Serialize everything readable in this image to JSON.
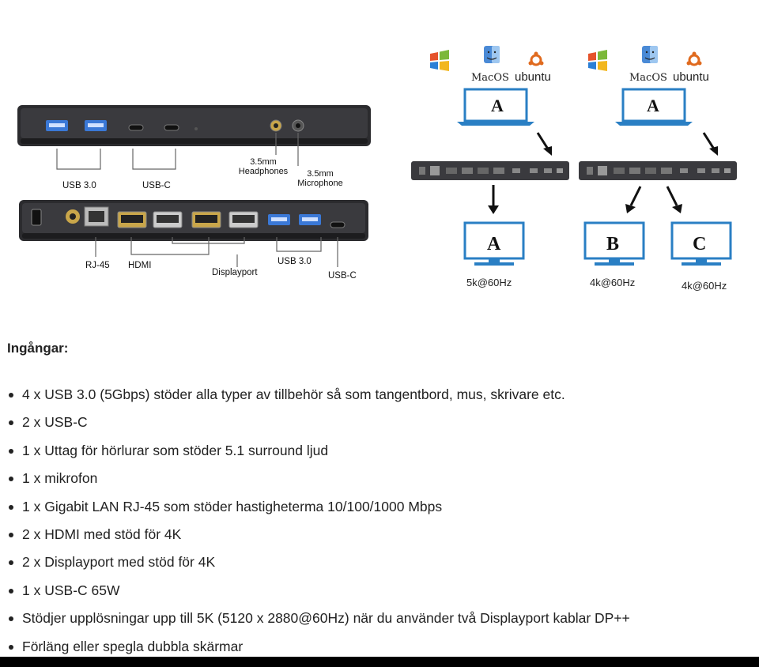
{
  "dock_labels": {
    "usb3_front": "USB 3.0",
    "usbc_front": "USB-C",
    "headphones_1": "3.5mm",
    "headphones_2": "Headphones",
    "microphone_1": "3.5mm",
    "microphone_2": "Microphone",
    "rj45": "RJ-45",
    "hdmi": "HDMI",
    "displayport": "Displayport",
    "usb3_back": "USB 3.0",
    "usbc_back": "USB-C"
  },
  "diagram": {
    "os_labels": {
      "mac": "MacOS",
      "ubuntu": "ubuntu"
    },
    "left": {
      "laptop": "A",
      "monitor": "A",
      "resolution": "5k@60Hz"
    },
    "right": {
      "laptop": "A",
      "monitor_b": "B",
      "monitor_c": "C",
      "res_b": "4k@60Hz",
      "res_c": "4k@60Hz"
    }
  },
  "section_title": "Ingångar:",
  "features": [
    "4 x USB 3.0 (5Gbps) stöder alla typer av tillbehör så som tangentbord, mus, skrivare etc.",
    "2 x USB-C",
    "1 x Uttag för hörlurar som stöder 5.1 surround ljud",
    "1 x mikrofon",
    "1 x Gigabit LAN RJ-45 som stöder hastigheterma 10/100/1000 Mbps",
    "2 x HDMI med stöd för 4K",
    "2 x Displayport med stöd för 4K",
    "1 x USB-C 65W",
    "Stödjer upplösningar upp till 5K (5120 x 2880@60Hz) när du använder två Displayport kablar DP++",
    "Förläng eller spegla dubbla skärmar"
  ],
  "colors": {
    "monitor_blue": "#2a7fc4",
    "dock_body": "#2b2b2e",
    "usb_blue": "#3a78d6"
  }
}
